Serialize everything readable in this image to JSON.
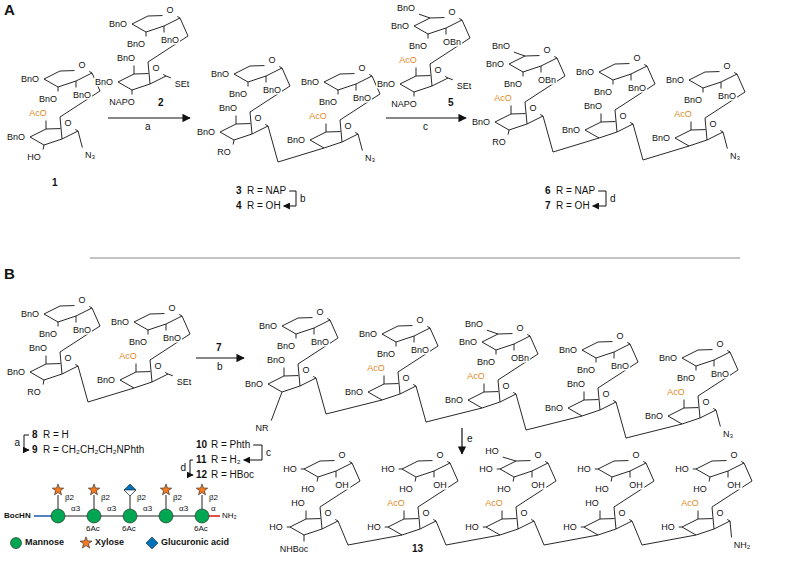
{
  "diagram": {
    "labels": [
      "A",
      "a",
      "b",
      "c",
      "d",
      "1",
      "2",
      "3",
      "R = NAP",
      "4",
      "R = OH",
      "5",
      "6",
      "R = NAP",
      "7",
      "R = OH",
      "B",
      "a",
      "8",
      "R = H",
      "9",
      "R = CH₂CH₂CH₂NPhth",
      "7",
      "b",
      "10",
      "R = Phth",
      "11",
      "R = H₂",
      "12",
      "R = HBoc",
      "c",
      "d",
      "e",
      "13",
      "BocHN",
      "NH₂",
      "β2",
      "β2",
      "β2",
      "β2",
      "β2",
      "α3",
      "α3",
      "α3",
      "α3",
      "α",
      "6Ac",
      "6Ac",
      "6Ac",
      "O",
      "BnO",
      "BnO",
      "BnO",
      "O",
      "BnO",
      "AcO",
      "HO",
      "N₃",
      "O",
      "BnO",
      "BnO",
      "BnO",
      "O",
      "BnO",
      "BnO",
      "NAPO",
      "SEt",
      "O",
      "BnO",
      "BnO",
      "BnO",
      "O",
      "BnO",
      "BnO",
      "RO",
      "O",
      "BnO",
      "BnO",
      "BnO",
      "O",
      "BnO",
      "AcO",
      "N₃",
      "O",
      "BnO",
      "BnO",
      "BnO",
      "OBn",
      "O",
      "BnO",
      "AcO",
      "NAPO",
      "SEt",
      "O",
      "BnO",
      "BnO",
      "BnO",
      "OBn",
      "O",
      "BnO",
      "AcO",
      "RO",
      "O",
      "BnO",
      "BnO",
      "BnO",
      "O",
      "BnO",
      "BnO",
      "O",
      "BnO",
      "BnO",
      "BnO",
      "O",
      "BnO",
      "AcO",
      "N₃",
      "O",
      "BnO",
      "BnO",
      "BnO",
      "O",
      "BnO",
      "BnO",
      "RO",
      "O",
      "BnO",
      "BnO",
      "BnO",
      "O",
      "BnO",
      "AcO",
      "SEt",
      "O",
      "BnO",
      "BnO",
      "BnO",
      "O",
      "BnO",
      "BnO",
      "NR",
      "O",
      "BnO",
      "BnO",
      "BnO",
      "O",
      "BnO",
      "AcO",
      "O",
      "BnO",
      "BnO",
      "BnO",
      "OBn",
      "O",
      "BnO",
      "AcO",
      "O",
      "BnO",
      "BnO",
      "BnO",
      "O",
      "BnO",
      "BnO",
      "O",
      "BnO",
      "BnO",
      "BnO",
      "O",
      "BnO",
      "AcO",
      "N₃",
      "O",
      "HO",
      "HO",
      "OH",
      "O",
      "HO",
      "HO",
      "NHBoc",
      "O",
      "HO",
      "HO",
      "OH",
      "O",
      "HO",
      "AcO",
      "O",
      "HO",
      "HO",
      "HO",
      "OH",
      "O",
      "HO",
      "AcO",
      "O",
      "HO",
      "HO",
      "OH",
      "O",
      "HO",
      "HO",
      "O",
      "HO",
      "HO",
      "OH",
      "O",
      "HO",
      "AcO",
      "NH₂"
    ],
    "legend": [
      {
        "text": "Mannose",
        "color": "#00A651"
      },
      {
        "text": "Xylose",
        "color": "#F47920"
      },
      {
        "text": "Glucuronic acid",
        "color": "#0072BC"
      }
    ]
  }
}
